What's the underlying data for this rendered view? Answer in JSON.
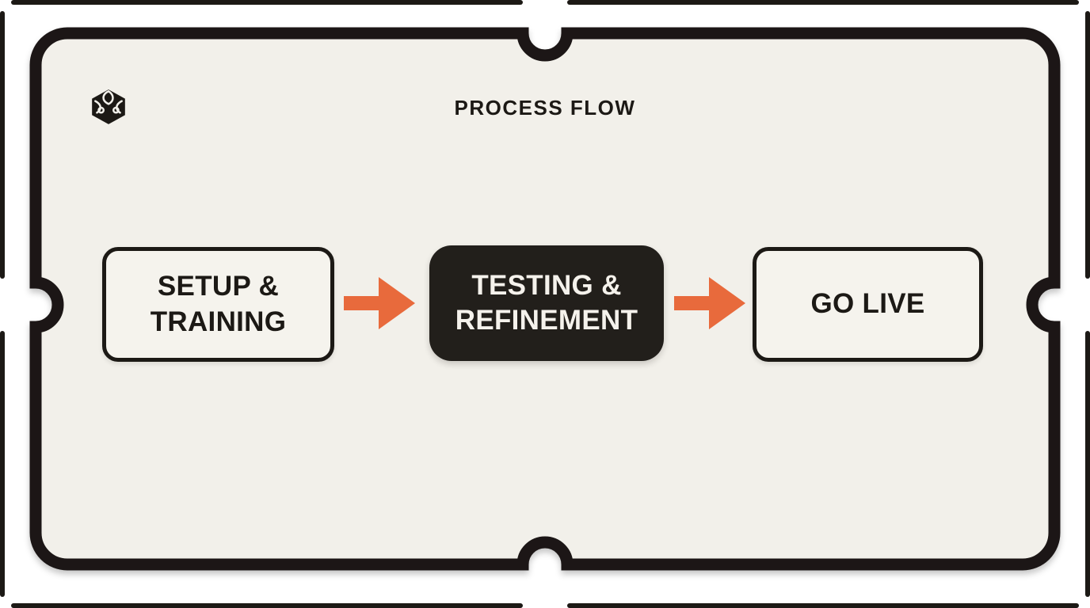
{
  "header": {
    "title": "PROCESS FLOW"
  },
  "logo": {
    "name": "cube-knot-logo"
  },
  "flow": {
    "steps": [
      {
        "line1": "SETUP &",
        "line2": "TRAINING",
        "variant": "light",
        "emphasis": false
      },
      {
        "line1": "TESTING &",
        "line2": "REFINEMENT",
        "variant": "dark",
        "emphasis": true
      },
      {
        "line1": "GO LIVE",
        "line2": "",
        "variant": "light",
        "emphasis": false
      }
    ],
    "connector": "right-arrow"
  },
  "colors": {
    "page_white": "#ffffff",
    "card_cream": "#f2f0ea",
    "box_light_fill": "#f5f3ed",
    "ink_black": "#1c1915",
    "box_dark_fill": "#221f1b",
    "accent_orange": "#e86a3c",
    "light_text": "#f5f2ec"
  }
}
